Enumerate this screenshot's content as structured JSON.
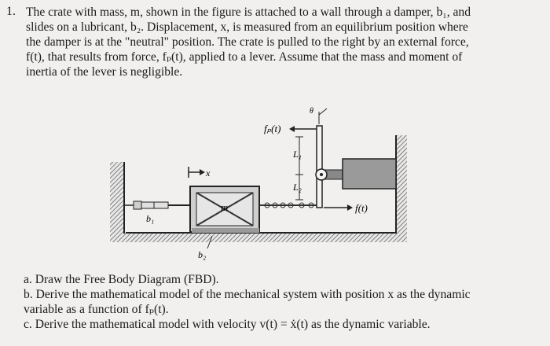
{
  "problem": {
    "number": "1.",
    "lines": [
      "The crate with mass, m, shown in the figure is attached to a wall through a damper, b₁, and",
      "slides on a lubricant, b₂. Displacement, x, is measured from an equilibrium position where",
      "the damper is at the \"neutral\" position. The crate is pulled to the right by an external force,",
      "f(t), that results from force, fₚ(t), applied to a lever. Assume that the mass and moment of",
      "inertia of the lever is negligible."
    ]
  },
  "figure": {
    "labels": {
      "fp": "fₚ(t)",
      "theta": "θ",
      "L1": "L₁",
      "L2": "L₂",
      "ft": "f(t)",
      "x": "x",
      "m": "m",
      "b1": "b₁",
      "b2": "b₂"
    }
  },
  "parts": [
    "a. Draw the Free Body Diagram (FBD).",
    "b. Derive the mathematical model of the mechanical system with position x as the dynamic",
    "variable as a function of fₚ(t).",
    "c. Derive the mathematical model with velocity v(t) = ẋ(t) as the dynamic variable."
  ]
}
